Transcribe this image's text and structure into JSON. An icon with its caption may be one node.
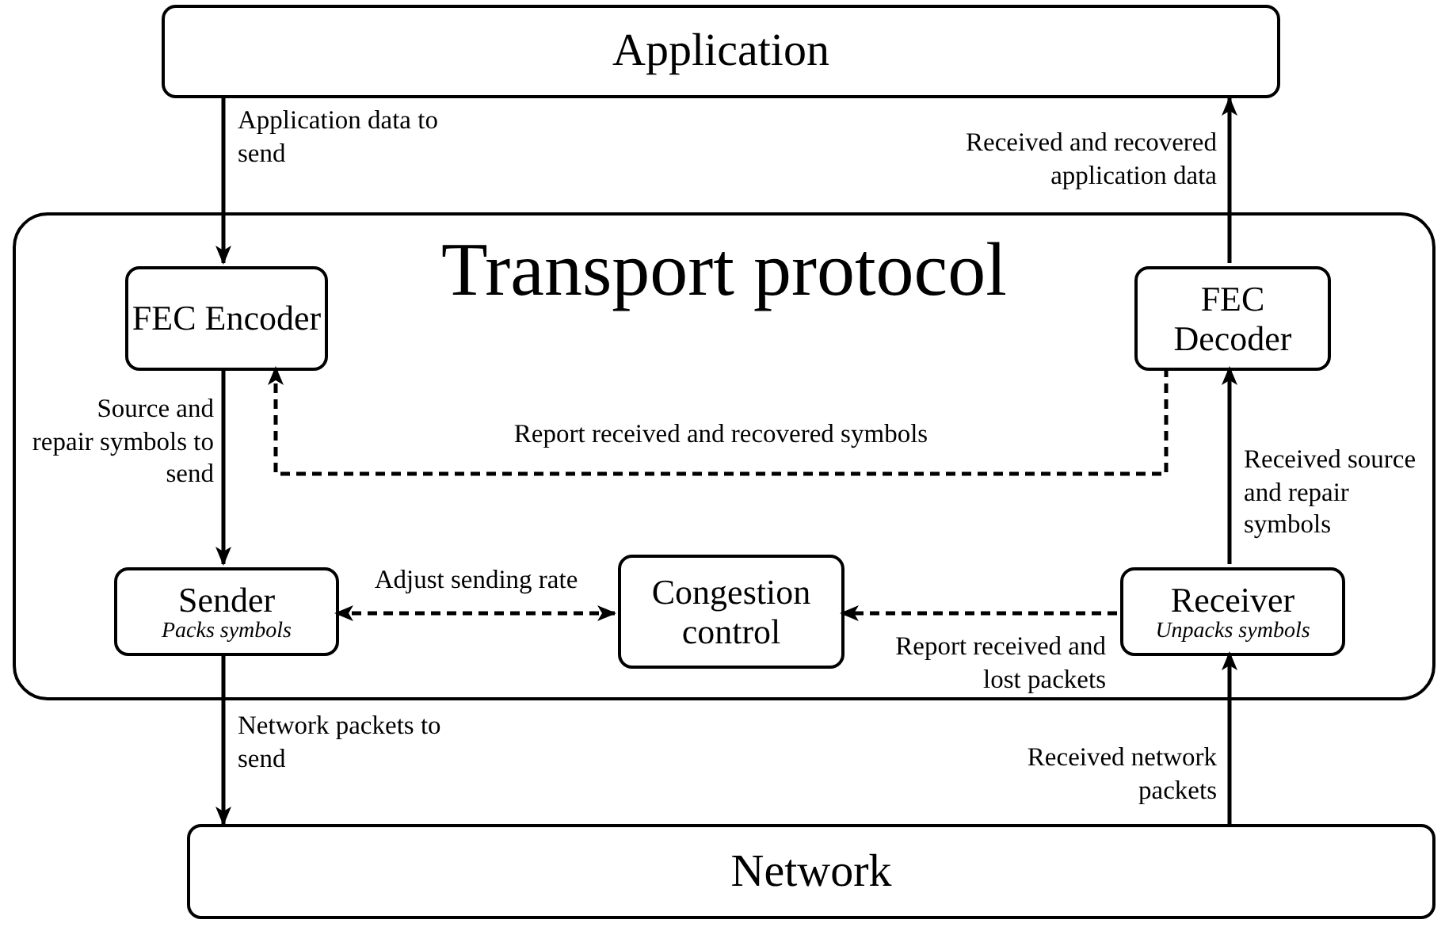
{
  "diagram": {
    "nodes": [
      {
        "text": [
          "Application"
        ]
      },
      {
        "text": [
          "Transport protocol"
        ]
      },
      {
        "text": [
          "FEC Encoder"
        ],
        "in": 1
      },
      {
        "text": [
          "FEC Decoder"
        ],
        "in": 1
      },
      {
        "text": [
          "Sender",
          "Packs symbols"
        ],
        "in": 1
      },
      {
        "text": [
          "Congestion control"
        ],
        "in": 1
      },
      {
        "text": [
          "Receiver",
          "Unpacks symbols"
        ],
        "in": 1
      },
      {
        "text": [
          "Network"
        ]
      }
    ],
    "edges": [
      {
        "from": 0,
        "to": 2,
        "arrow": "to",
        "label": "Application data to send"
      },
      {
        "from": 3,
        "to": 0,
        "arrow": "to",
        "label": "Received and recovered application data"
      },
      {
        "from": 2,
        "to": 4,
        "arrow": "to",
        "label": "Source and repair symbols to send"
      },
      {
        "from": 3,
        "to": 2,
        "arrow": "to",
        "style": "dashed",
        "label": "Report received and recovered symbols"
      },
      {
        "from": 6,
        "to": 3,
        "arrow": "to",
        "label": "Received source and repair symbols"
      },
      {
        "from": 4,
        "to": 5,
        "arrow": "both",
        "style": "dashed",
        "label": "Adjust sending rate"
      },
      {
        "from": 6,
        "to": 5,
        "arrow": "to",
        "style": "dashed",
        "label": "Report received and lost packets"
      },
      {
        "from": 4,
        "to": 7,
        "arrow": "to",
        "label": "Network packets to send"
      },
      {
        "from": 7,
        "to": 6,
        "arrow": "to",
        "label": "Received network packets"
      }
    ]
  }
}
